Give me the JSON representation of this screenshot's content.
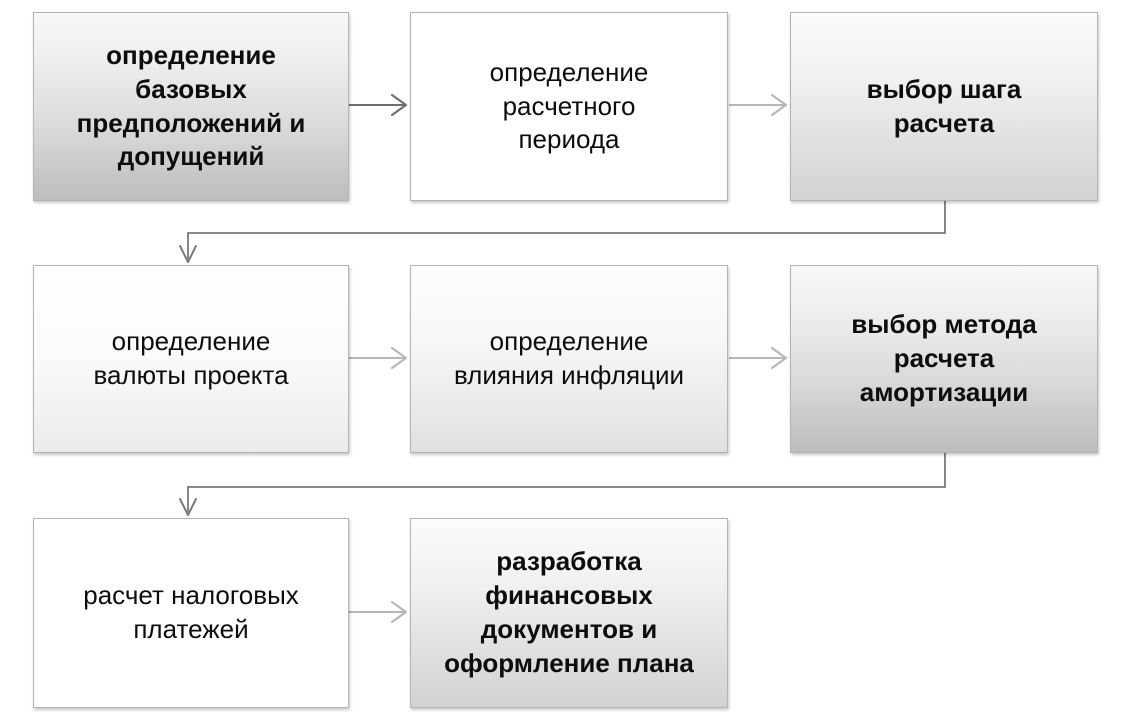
{
  "diagram": {
    "type": "flowchart",
    "orientation": "left-to-right, wrapping rows",
    "language": "ru",
    "background_color": "#ffffff",
    "border_color": "#b4b4b4",
    "text_color": "#0d0d0d",
    "arrow_color_dark": "#6e6e6e",
    "arrow_color_light": "#b8b8b8",
    "nodes": [
      {
        "id": "n1",
        "label": "определение\nбазовых\nпредположений и\nдопущений",
        "row": 1,
        "col": 1,
        "fill": "fill-strong",
        "weight": "w-semi",
        "font_size": 26
      },
      {
        "id": "n2",
        "label": "определение\nрасчетного\nпериода",
        "row": 1,
        "col": 2,
        "fill": "fill-white",
        "weight": "w-normal",
        "font_size": 26
      },
      {
        "id": "n3",
        "label": "выбор шага\nрасчета",
        "row": 1,
        "col": 3,
        "fill": "fill-medium",
        "weight": "w-bold",
        "font_size": 26
      },
      {
        "id": "n4",
        "label": "определение\nвалюты проекта",
        "row": 2,
        "col": 1,
        "fill": "fill-soft",
        "weight": "w-normal",
        "font_size": 26
      },
      {
        "id": "n5",
        "label": "определение\nвлияния инфляции",
        "row": 2,
        "col": 2,
        "fill": "fill-light",
        "weight": "w-normal",
        "font_size": 26
      },
      {
        "id": "n6",
        "label": "выбор метода\nрасчета\nамортизации",
        "row": 2,
        "col": 3,
        "fill": "fill-strong",
        "weight": "w-bold",
        "font_size": 26
      },
      {
        "id": "n7",
        "label": "расчет налоговых\nплатежей",
        "row": 3,
        "col": 1,
        "fill": "fill-white",
        "weight": "w-normal",
        "font_size": 26
      },
      {
        "id": "n8",
        "label": "разработка\nфинансовых\nдокументов и\nоформление плана",
        "row": 3,
        "col": 2,
        "fill": "fill-medium",
        "weight": "w-bold",
        "font_size": 26
      }
    ],
    "edges": [
      {
        "id": "e1",
        "from": "n1",
        "to": "n2",
        "kind": "straight-right",
        "tone": "dark"
      },
      {
        "id": "e2",
        "from": "n2",
        "to": "n3",
        "kind": "straight-right",
        "tone": "light"
      },
      {
        "id": "e3",
        "from": "n3",
        "to": "n4",
        "kind": "elbow-wrap-down",
        "tone": "dark"
      },
      {
        "id": "e4",
        "from": "n4",
        "to": "n5",
        "kind": "straight-right",
        "tone": "light"
      },
      {
        "id": "e5",
        "from": "n5",
        "to": "n6",
        "kind": "straight-right",
        "tone": "light"
      },
      {
        "id": "e6",
        "from": "n6",
        "to": "n7",
        "kind": "elbow-wrap-down",
        "tone": "dark"
      },
      {
        "id": "e7",
        "from": "n7",
        "to": "n8",
        "kind": "straight-right",
        "tone": "light"
      }
    ]
  }
}
